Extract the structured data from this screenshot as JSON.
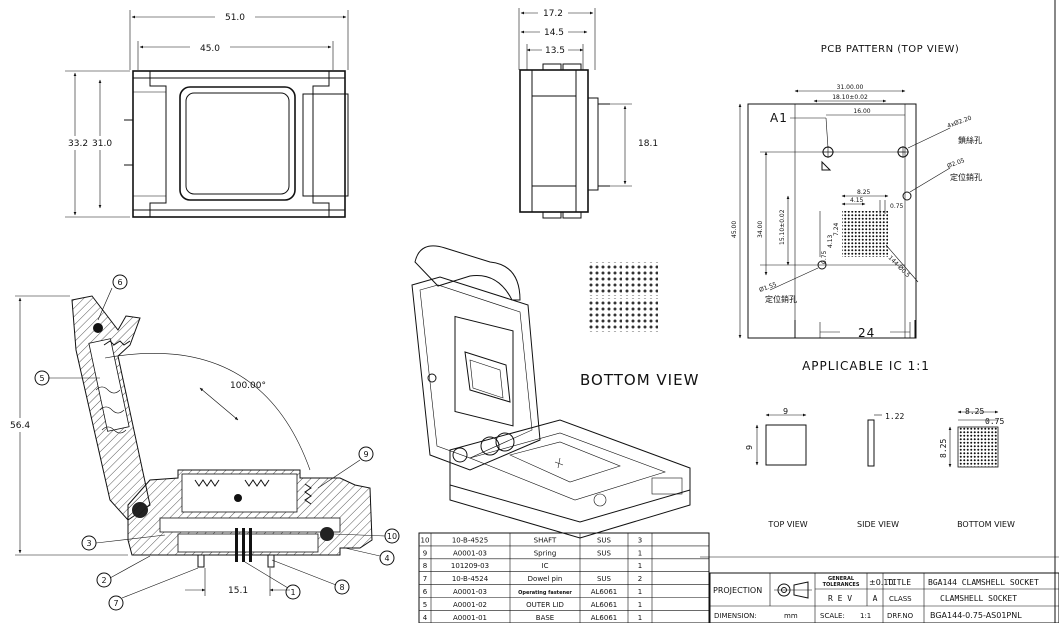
{
  "top_view_dims": {
    "width_outer": "51.0",
    "width_inner": "45.0",
    "height_outer": "33.2",
    "height_inner": "31.0"
  },
  "side_view_dims": {
    "d1": "17.2",
    "d2": "14.5",
    "d3": "13.5",
    "h": "18.1"
  },
  "section_view": {
    "height": "56.4",
    "angle": "100.00°",
    "pitch": "15.1",
    "balloons": [
      "1",
      "2",
      "3",
      "4",
      "5",
      "6",
      "7",
      "8",
      "9",
      "10"
    ]
  },
  "bottom_view_label": "BOTTOM VIEW",
  "pcb": {
    "title": "PCB PATTERN (TOP VIEW)",
    "dims": {
      "w1": "31.00.00",
      "w2": "18.10±0.02",
      "w3": "16.00",
      "h1": "45.00",
      "h2": "34.00",
      "h3": "15.10±0.02",
      "pitch_w": "8.25",
      "pitch_w2": "4.15",
      "pitch_s": "0.75",
      "ball": "144-Ø0.5",
      "bottom": "24",
      "h4": "0.75",
      "h5": "4.13",
      "h6": "7.24"
    },
    "a1": "A1",
    "hole_top": "4xØ2.20",
    "hole_top_cn": "鎖絲孔",
    "hole_right": "Ø2.05",
    "hole_right_cn": "定位銷孔",
    "hole_left": "Ø1.55",
    "hole_left_cn": "定位銷孔"
  },
  "applicable_ic": {
    "title": "APPLICABLE IC 1:1",
    "top_label": "TOP VIEW",
    "top_w": "9",
    "top_h": "9",
    "side_label": "SIDE VIEW",
    "side_t": "1.22",
    "bottom_label": "BOTTOM VIEW",
    "bottom_w": "8.25",
    "bottom_p": "0.75",
    "bottom_h": "8.25"
  },
  "bom": [
    {
      "no": "10",
      "part": "10-B-4525",
      "name": "SHAFT",
      "mat": "SUS",
      "qty": "3"
    },
    {
      "no": "9",
      "part": "A0001-03",
      "name": "Spring",
      "mat": "SUS",
      "qty": "1"
    },
    {
      "no": "8",
      "part": "101209-03",
      "name": "IC",
      "mat": "",
      "qty": "1"
    },
    {
      "no": "7",
      "part": "10-B-4524",
      "name": "Dowel pin",
      "mat": "SUS",
      "qty": "2"
    },
    {
      "no": "6",
      "part": "A0001-03",
      "name": "Operating fastener",
      "mat": "AL6061",
      "qty": "1"
    },
    {
      "no": "5",
      "part": "A0001-02",
      "name": "OUTER LID",
      "mat": "AL6061",
      "qty": "1"
    },
    {
      "no": "4",
      "part": "A0001-01",
      "name": "BASE",
      "mat": "AL6061",
      "qty": "1"
    }
  ],
  "title_block": {
    "projection": "PROJECTION",
    "general_tol_1": "GENERAL",
    "general_tol_2": "TOLERANCES",
    "tol": "±0.10",
    "title_lbl": "TITLE",
    "title": "BGA144 CLAMSHELL SOCKET",
    "rev_lbl": "R E V",
    "rev": "A",
    "class_lbl": "CLASS",
    "class": "CLAMSHELL SOCKET",
    "dim_lbl": "DIMENSION:",
    "dim": "mm",
    "scale_lbl": "SCALE:",
    "scale": "1:1",
    "dwg_lbl": "DRF.NO",
    "dwg": "BGA144-0.75-AS01PNL"
  }
}
